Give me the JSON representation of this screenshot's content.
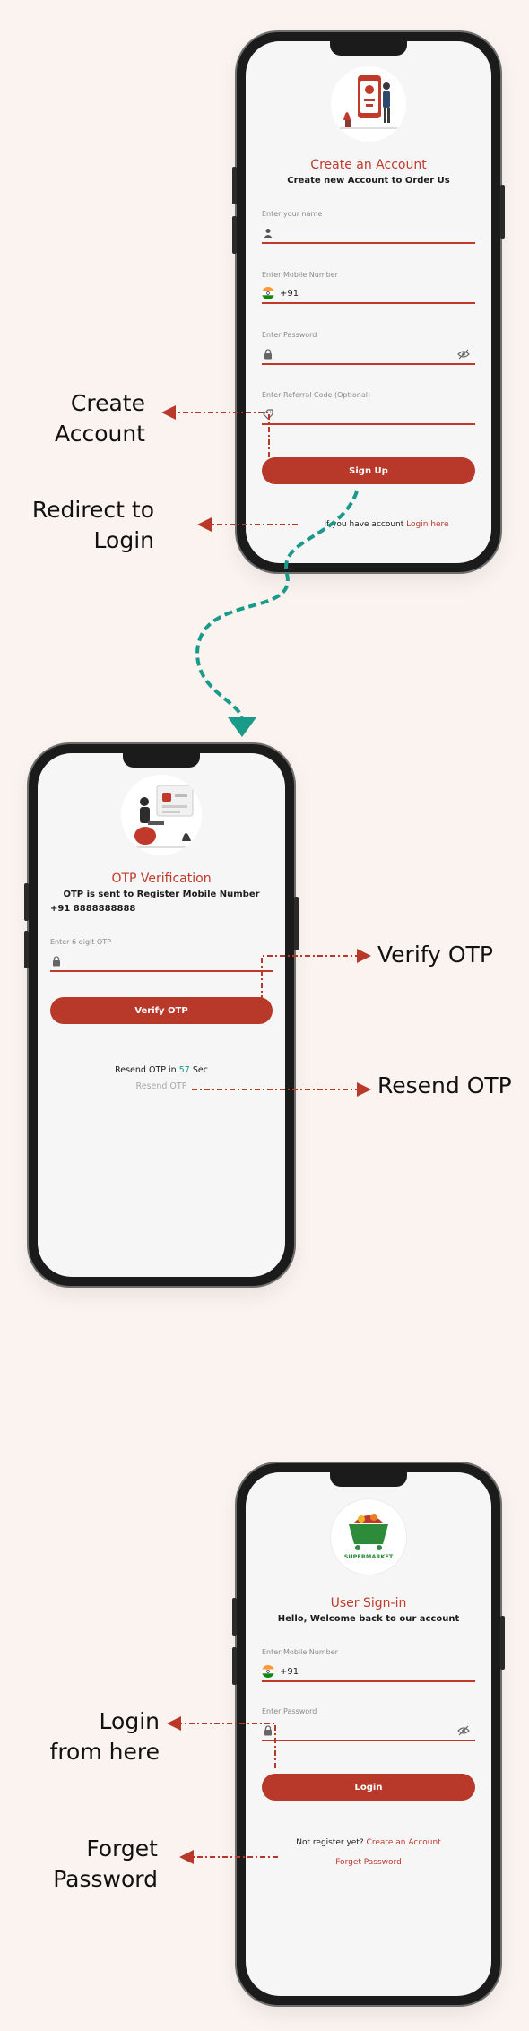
{
  "signup": {
    "title": "Create an Account",
    "subtitle": "Create new Account to Order Us",
    "name_label": "Enter your name",
    "mobile_label": "Enter Mobile Number",
    "country_code": "+91",
    "password_label": "Enter Password",
    "referral_label": "Enter Referral Code (Optional)",
    "button": "Sign Up",
    "footer_prefix": "If you have account",
    "footer_link": "Login here"
  },
  "otp": {
    "title": "OTP Verification",
    "subtitle": "OTP is sent to Register Mobile Number",
    "phone": "+91 8888888888",
    "field_label": "Enter 6 digit OTP",
    "button": "Verify OTP",
    "resend_prefix": "Resend OTP in",
    "resend_seconds": "57",
    "resend_suffix": "Sec",
    "resend_link": "Resend OTP"
  },
  "signin": {
    "logo_text": "SUPERMARKET",
    "title": "User Sign-in",
    "subtitle": "Hello, Welcome back to our account",
    "mobile_label": "Enter Mobile Number",
    "country_code": "+91",
    "password_label": "Enter Password",
    "button": "Login",
    "register_prefix": "Not register yet?",
    "register_link": "Create an Account",
    "forgot_link": "Forget Password"
  },
  "annotations": {
    "create_account": [
      "Create",
      "Account"
    ],
    "redirect_login": [
      "Redirect to",
      "Login"
    ],
    "verify_otp": "Verify OTP",
    "resend_otp": "Resend OTP",
    "login_here": [
      "Login",
      "from here"
    ],
    "forget_password": [
      "Forget",
      "Password"
    ]
  },
  "colors": {
    "accent": "#b8392a",
    "teal": "#1a9b8a",
    "background": "#fbf3ef"
  }
}
